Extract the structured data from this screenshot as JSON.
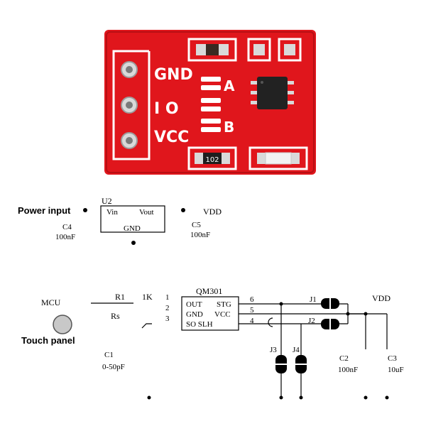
{
  "board": {
    "silk_gnd": "GND",
    "silk_io": "I O",
    "silk_vcc": "VCC",
    "silk_a": "A",
    "silk_b": "B",
    "resistor_code": "102",
    "colors": {
      "pcb": "#e0161c",
      "pad": "#d9d9d9",
      "chip": "#222222"
    }
  },
  "schematic": {
    "power_input": "Power input",
    "u2": "U2",
    "u2_vin": "Vin",
    "u2_vout": "Vout",
    "u2_gnd": "GND",
    "c4_name": "C4",
    "c4_value": "100nF",
    "vdd_top": "VDD",
    "c5_name": "C5",
    "c5_value": "100nF",
    "mcu": "MCU",
    "r1": "R1",
    "rs": "Rs",
    "r_1k": "1K",
    "touch_panel": "Touch panel",
    "c1_name": "C1",
    "c1_value": "0-50pF",
    "chip_name": "QM301",
    "chip_out": "OUT",
    "chip_stg": "STG",
    "chip_gnd": "GND",
    "chip_vcc": "VCC",
    "chip_so": "SO SLH",
    "pin_1": "1",
    "pin_2": "2",
    "pin_3": "3",
    "pin_4": "4",
    "pin_5": "5",
    "pin_6": "6",
    "j1": "J1",
    "j2": "J2",
    "j3": "J3",
    "j4": "J4",
    "vdd_right": "VDD",
    "c2_name": "C2",
    "c2_value": "100nF",
    "c3_name": "C3",
    "c3_value": "10uF"
  }
}
